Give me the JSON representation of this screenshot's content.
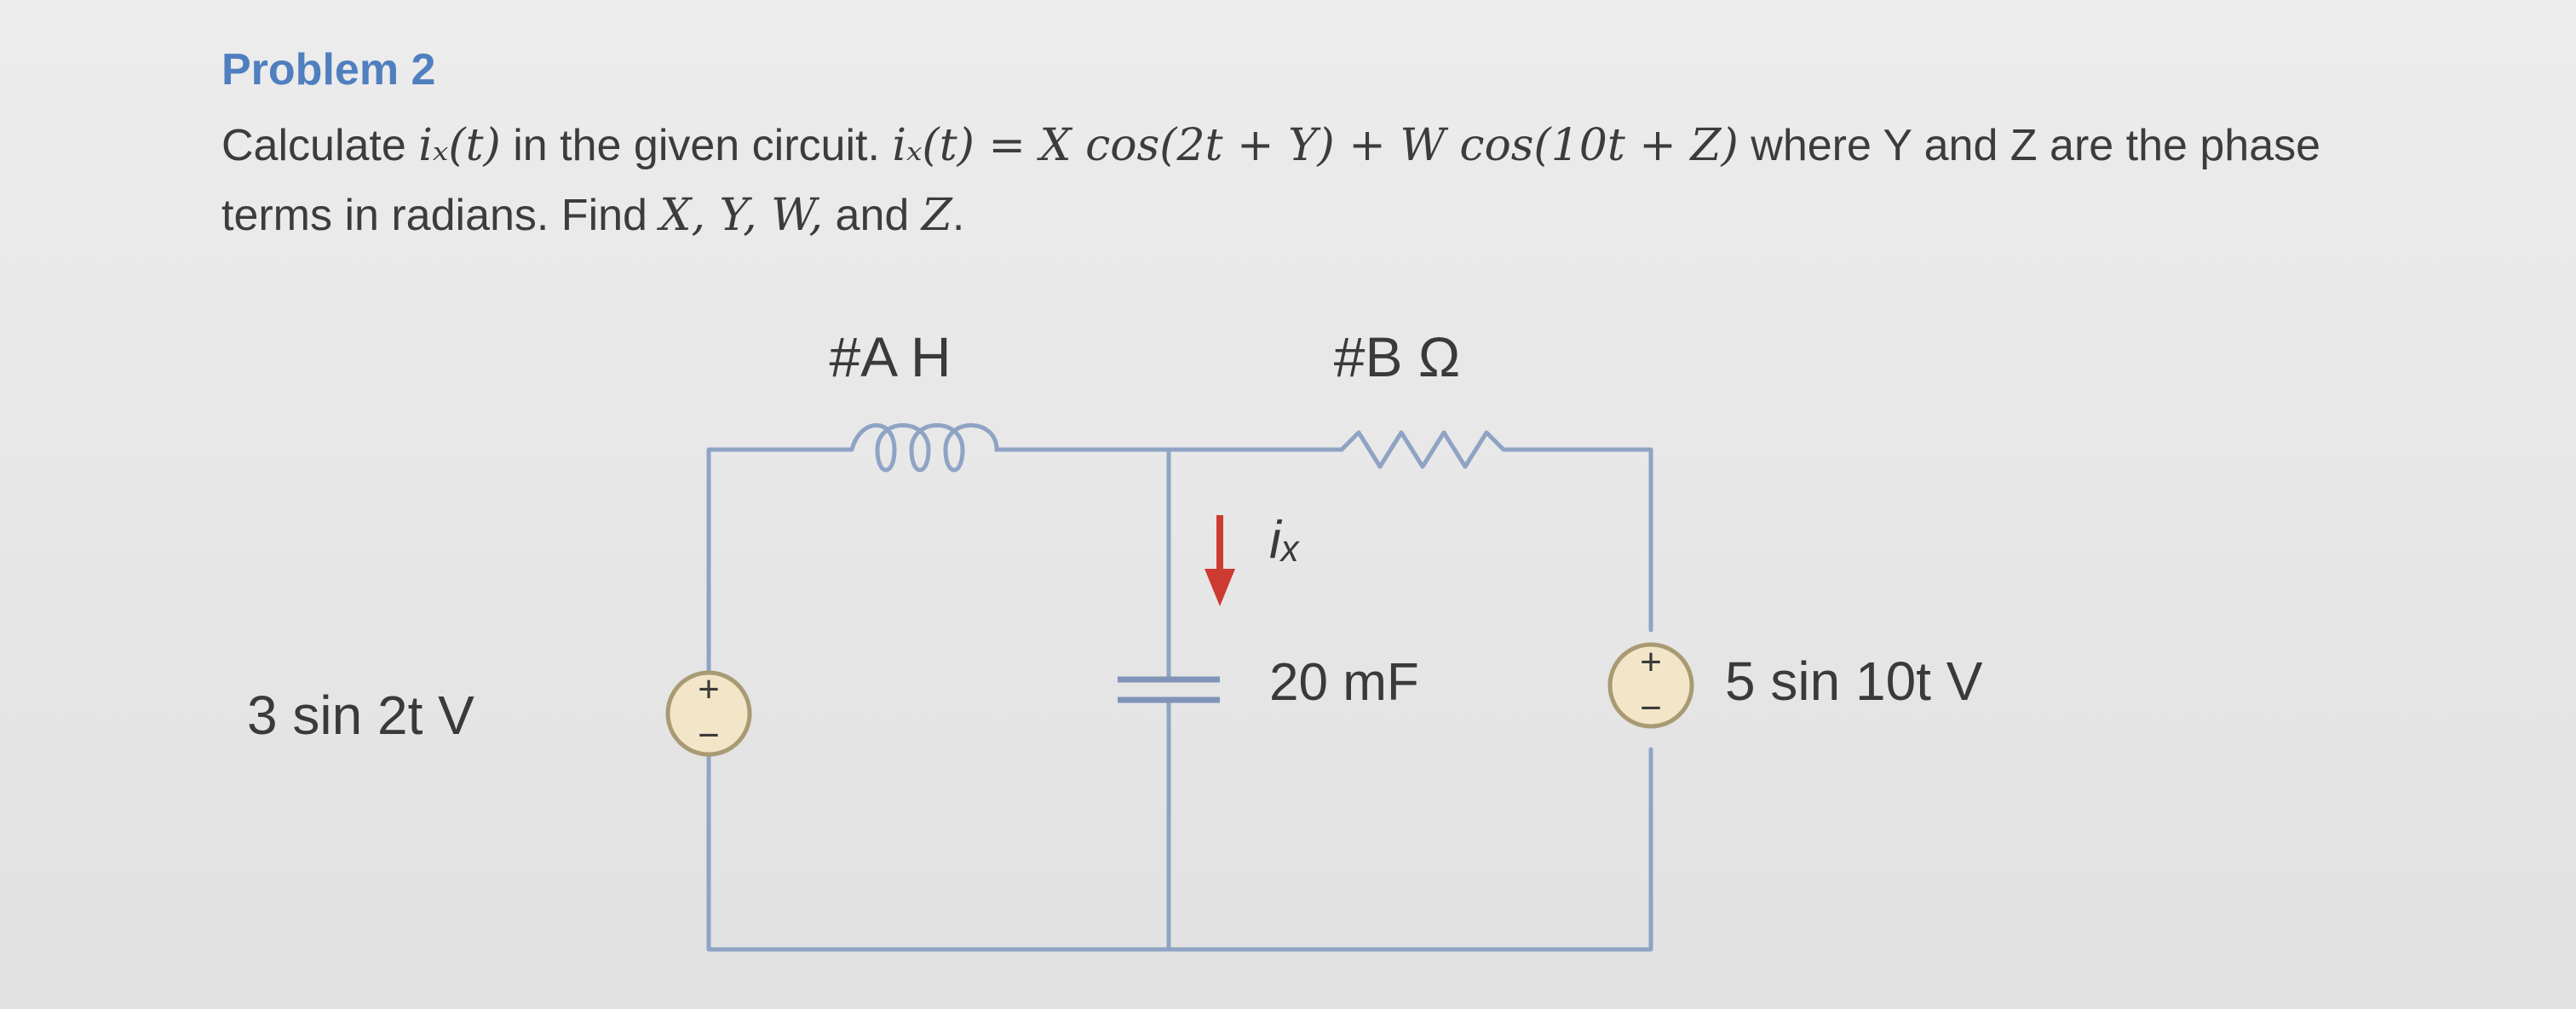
{
  "problem": {
    "title": "Problem 2",
    "text_part1": "Calculate ",
    "ix_symbol": "iₓ(t)",
    "text_part2": "  in the given circuit.  ",
    "equation": "iₓ(t) = X cos(2t + Y) + W cos(10t + Z)",
    "text_part3": " where Y and Z are the phase terms in radians. Find ",
    "find_vars": "X, Y, W,",
    "text_part4": " and ",
    "last_var": "Z",
    "text_end": "."
  },
  "circuit": {
    "inductor_label": "#A H",
    "resistor_label": "#B Ω",
    "current_label": "iₓ",
    "capacitor_label": "20 mF",
    "source_left_label": "3 sin 2t  V",
    "source_right_label": "5 sin 10t  V",
    "plus_sign": "+",
    "minus_sign": "−"
  },
  "colors": {
    "wire": "#8fa3c4",
    "title": "#4f7fbf",
    "arrow": "#cc3a32",
    "source_fill": "#f3e6c8",
    "source_stroke": "#a89a72"
  }
}
